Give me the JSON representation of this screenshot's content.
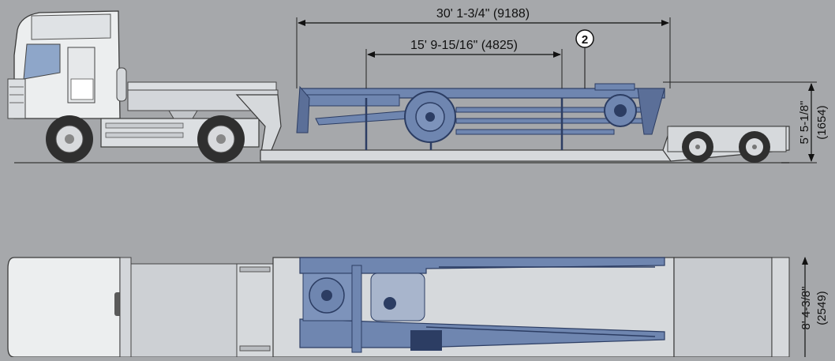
{
  "dimensions": {
    "overall_length": "30' 1-3/4\" (9188)",
    "inner_length": "15' 9-15/16\" (4825)",
    "height_imperial": "5' 5-1/8\"",
    "height_metric": "(1654)",
    "width_imperial": "8' 4-3/8\"",
    "width_metric": "(2549)"
  },
  "callout": {
    "number": "2"
  },
  "colors": {
    "background": "#a6a8ab",
    "frame_blue": "#6f86b0",
    "frame_dark": "#2c3d63",
    "truck_white": "#eceeef",
    "outline": "#3a3a3a"
  }
}
